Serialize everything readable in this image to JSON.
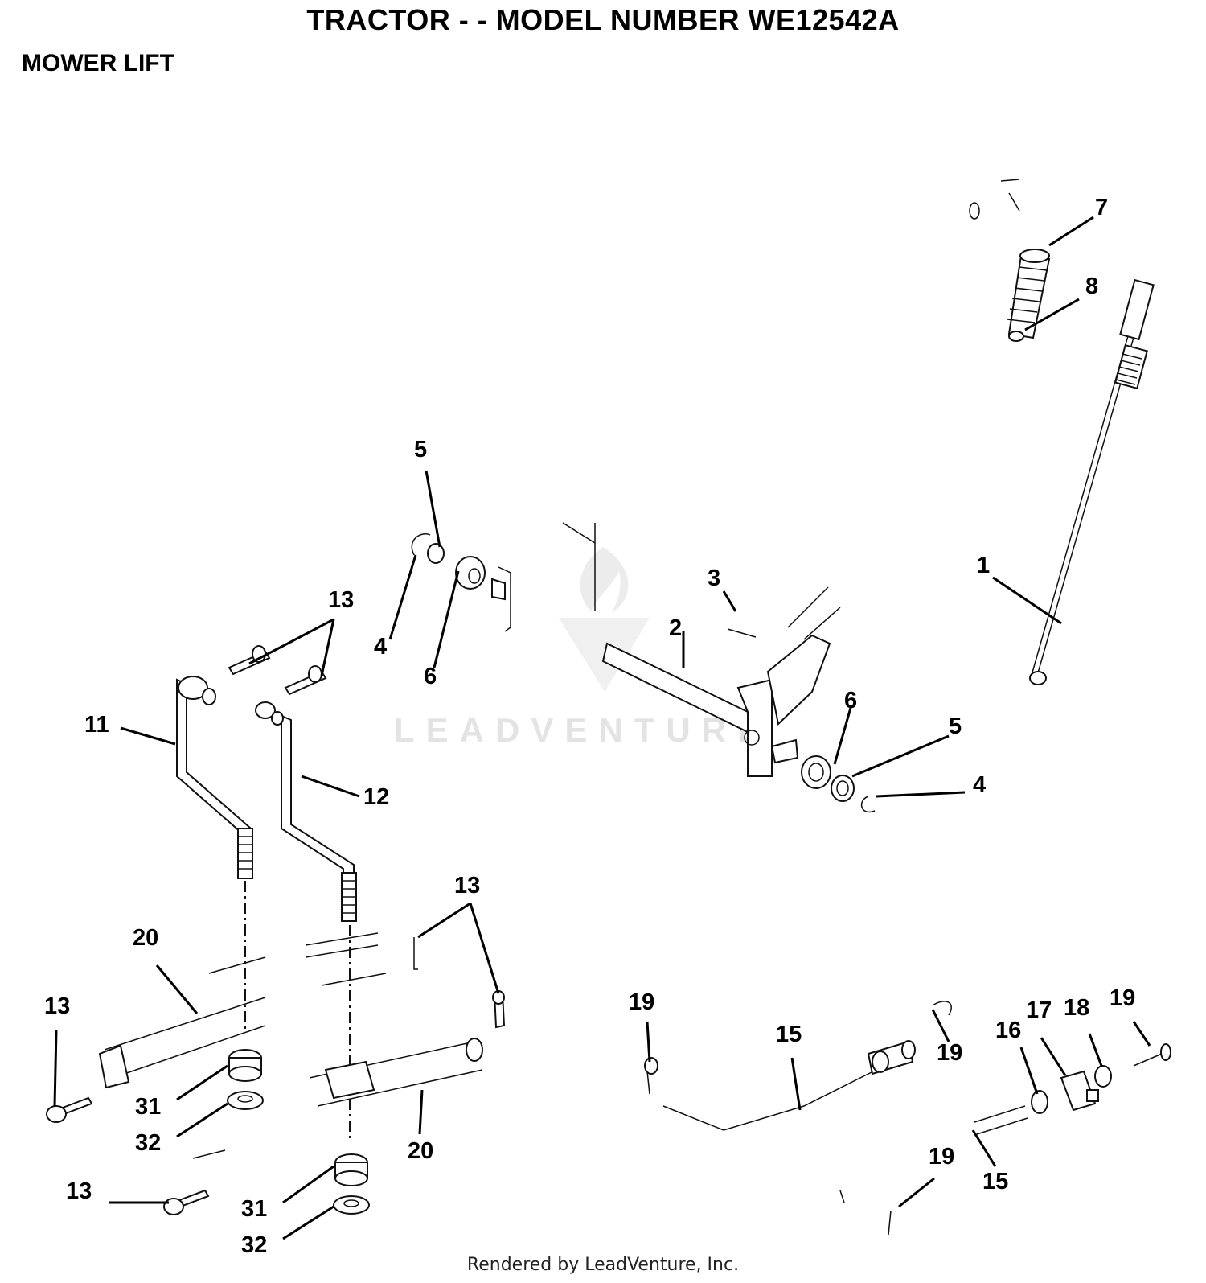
{
  "header": {
    "title": "TRACTOR - - MODEL NUMBER WE12542A",
    "section": "MOWER LIFT"
  },
  "watermark": {
    "text": "LEADVENTURE"
  },
  "footer": {
    "text": "Rendered by LeadVenture, Inc."
  },
  "callouts": [
    "1",
    "2",
    "3",
    "4",
    "5",
    "6",
    "7",
    "8",
    "11",
    "12",
    "13",
    "15",
    "16",
    "17",
    "18",
    "19",
    "20",
    "31",
    "32"
  ]
}
